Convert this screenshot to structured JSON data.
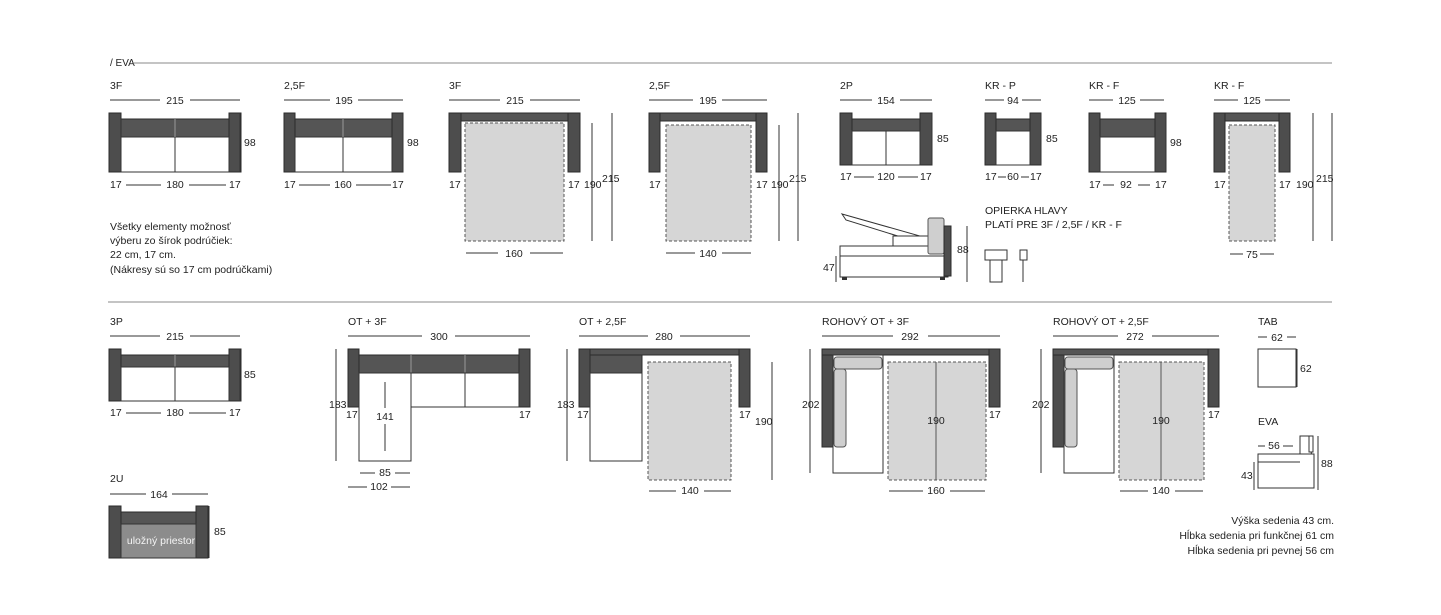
{
  "section_label": "/ EVA",
  "top_row": [
    {
      "name": "3F",
      "width": "215",
      "left": "17",
      "inner": "180",
      "right": "17",
      "height": "98"
    },
    {
      "name": "2,5F",
      "width": "195",
      "left": "17",
      "inner": "160",
      "right": "17",
      "height": "98"
    },
    {
      "name": "3F",
      "width": "215",
      "left": "17",
      "right": "17",
      "bed_width": "160",
      "bed_length": "190",
      "total_length": "215"
    },
    {
      "name": "2,5F",
      "width": "195",
      "left": "17",
      "right": "17",
      "bed_width": "140",
      "bed_length": "190",
      "total_length": "215"
    },
    {
      "name": "2P",
      "width": "154",
      "left": "17",
      "inner": "120",
      "right": "17",
      "height": "85"
    },
    {
      "name": "KR - P",
      "width": "94",
      "left": "17",
      "inner": "60",
      "right": "17",
      "height": "85"
    },
    {
      "name": "KR - F",
      "width": "125",
      "left": "17",
      "inner": "92",
      "right": "17",
      "height": "98"
    },
    {
      "name": "KR - F",
      "width": "125",
      "left": "17",
      "right": "17",
      "bed_width": "75",
      "bed_length": "190",
      "total_length": "215"
    }
  ],
  "note": {
    "line1": "Všetky elementy možnosť",
    "line2": "výberu zo šírok podrúčiek:",
    "line3": "22 cm, 17 cm.",
    "line4": "(Nákresy sú so 17 cm podrúčkami)"
  },
  "side_view": {
    "seat_height": "47",
    "total_height": "88"
  },
  "headrest": {
    "line1": "OPIERKA HLAVY",
    "line2": "PLATÍ PRE 3F / 2,5F / KR - F"
  },
  "bottom_row": [
    {
      "name": "3P",
      "width": "215",
      "left": "17",
      "inner": "180",
      "right": "17",
      "height": "85"
    },
    {
      "name": "OT + 3F",
      "width": "300",
      "depth": "183",
      "left": "17",
      "right": "17",
      "chaise_len": "141",
      "chaise_inner": "85",
      "chaise_total": "102"
    },
    {
      "name": "OT + 2,5F",
      "width": "280",
      "depth": "183",
      "left": "17",
      "right": "17",
      "bed_length": "190",
      "bed_width": "140"
    },
    {
      "name": "ROHOVÝ OT + 3F",
      "width": "292",
      "depth": "202",
      "right": "17",
      "bed_length": "190",
      "bed_width": "160"
    },
    {
      "name": "ROHOVÝ OT + 2,5F",
      "width": "272",
      "depth": "202",
      "right": "17",
      "bed_length": "190",
      "bed_width": "140"
    },
    {
      "name": "TAB",
      "width": "62",
      "height": "62"
    },
    {
      "name": "EVA",
      "seat_depth": "56",
      "seat_height": "43",
      "total_height": "88"
    }
  ],
  "u2": {
    "name": "2U",
    "width": "164",
    "height": "85",
    "storage_label": "uložný priestor"
  },
  "footer": {
    "line1": "Výška sedenia 43 cm.",
    "line2": "Hĺbka sedenia pri funkčnej 61 cm",
    "line3": "Hĺbka sedenia pri pevnej 56 cm"
  }
}
